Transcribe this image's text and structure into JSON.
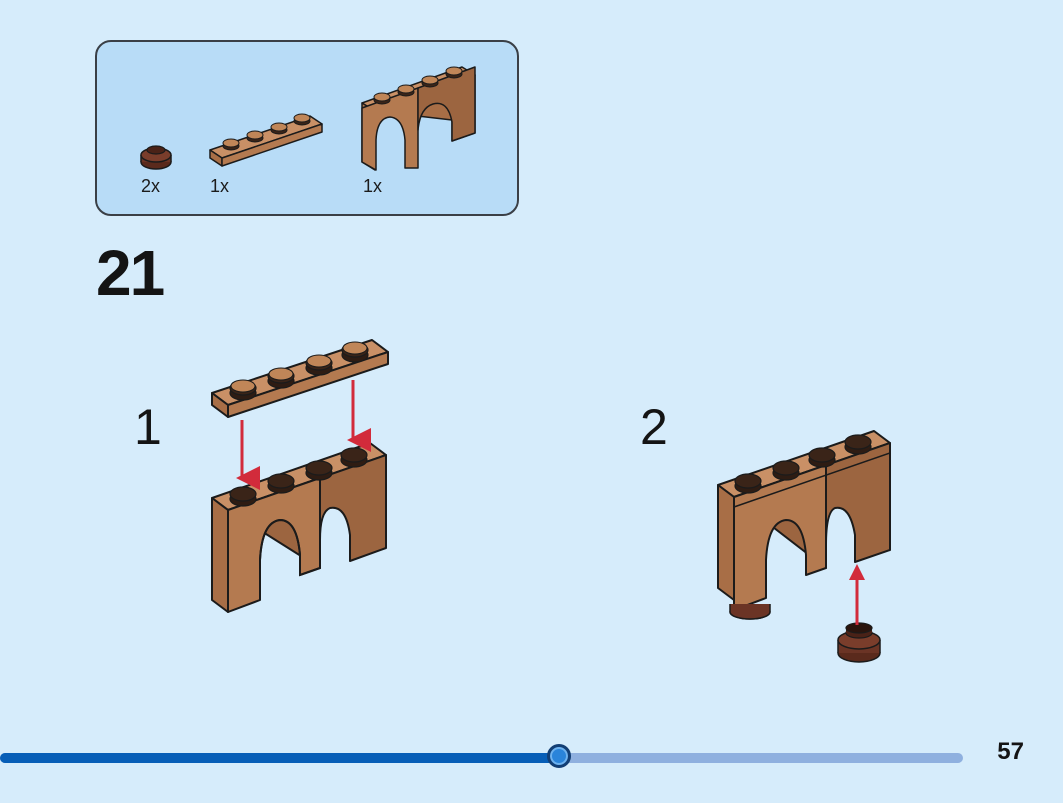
{
  "parts": [
    {
      "name": "round plate 1x1",
      "qty": "2x",
      "color": "#6b3425"
    },
    {
      "name": "plate 1x4",
      "qty": "1x",
      "color": "#b47a50"
    },
    {
      "name": "arch 1x4",
      "qty": "1x",
      "color": "#b47a50"
    }
  ],
  "step": {
    "number": "21"
  },
  "substeps": [
    {
      "label": "1"
    },
    {
      "label": "2"
    }
  ],
  "colors": {
    "background": "#d6ecfb",
    "parts_box": "#b8dcf7",
    "brick_medium_nougat": "#b47a50",
    "brick_reddish_brown": "#6b3425",
    "arrow": "#d22b3b",
    "progress_fill": "#075eb7",
    "progress_track": "#8fb0df"
  },
  "progress": {
    "fraction": 0.58
  },
  "page": {
    "number": "57"
  }
}
